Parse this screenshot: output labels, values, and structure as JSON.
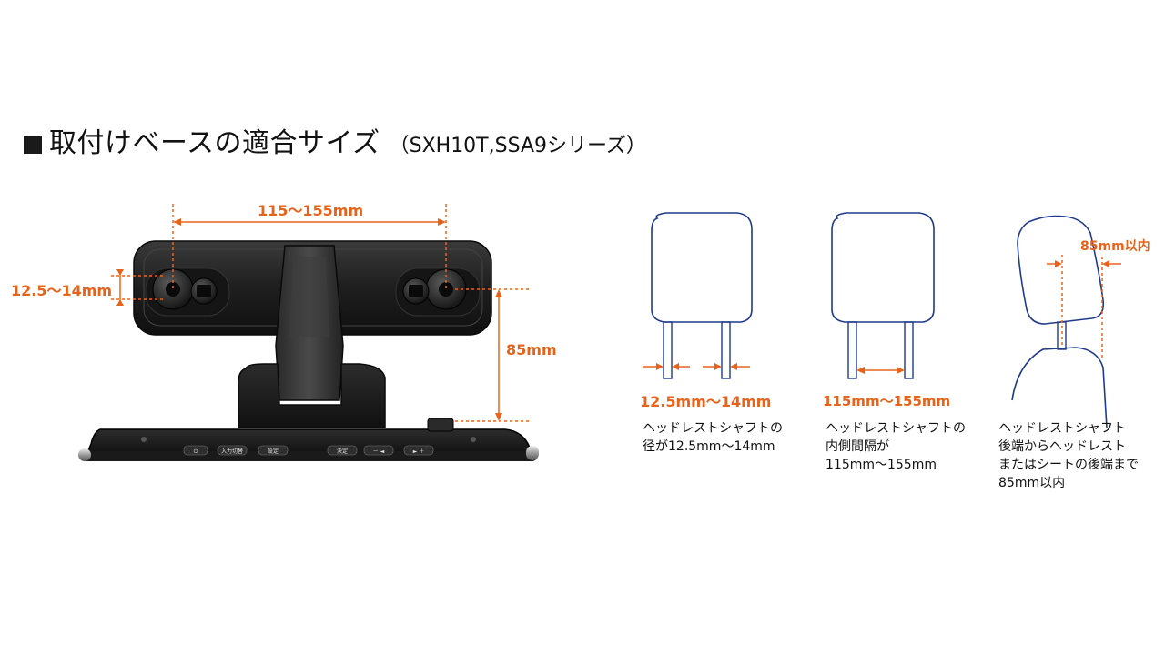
{
  "title": {
    "main": "取付けベースの適合サイズ",
    "sub": "（SXH10T,SSA9シリーズ）"
  },
  "product": {
    "dim_width": "115～155mm",
    "dim_shaft": "12.5～14mm",
    "dim_depth": "85mm",
    "buttons": [
      "入力切替",
      "設定",
      "決定",
      "－ ◄",
      "► ＋"
    ]
  },
  "diagrams": [
    {
      "dim": "12.5mm～14mm",
      "caption": [
        "ヘッドレストシャフトの",
        "径が12.5mm～14mm"
      ]
    },
    {
      "dim": "115mm～155mm",
      "caption": [
        "ヘッドレストシャフトの",
        "内側間隔が",
        "115mm～155mm"
      ]
    },
    {
      "dim": "85mm以内",
      "caption": [
        "ヘッドレストシャフト",
        "後端からヘッドレスト",
        "またはシートの後端まで",
        "85mm以内"
      ]
    }
  ],
  "colors": {
    "accent": "#e8631a",
    "outline": "#1f3a8a",
    "device": "#1c1c1c"
  }
}
